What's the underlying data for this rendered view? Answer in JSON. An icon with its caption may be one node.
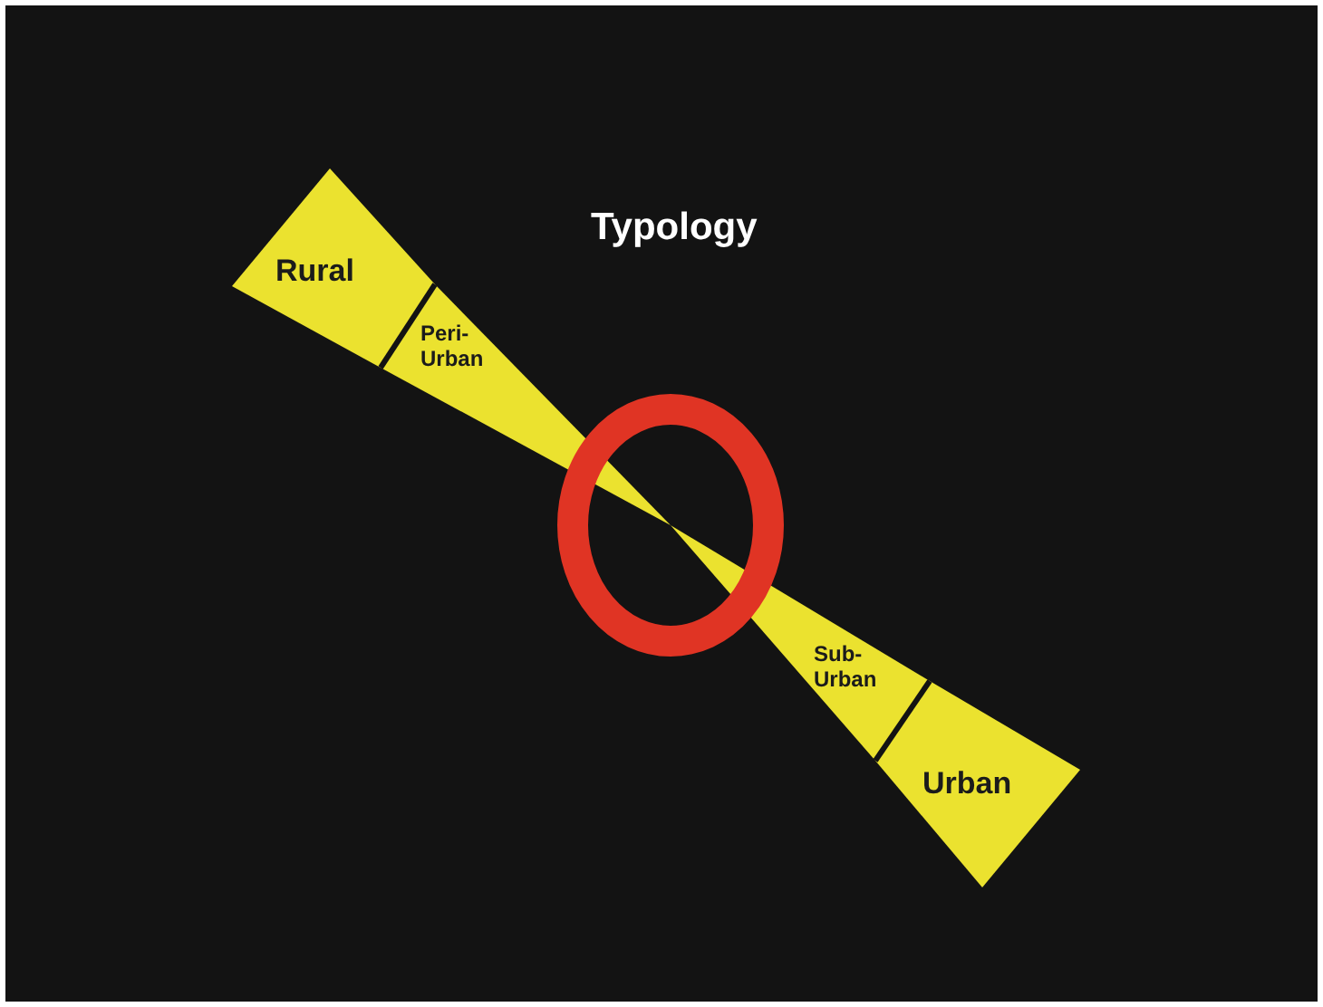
{
  "diagram": {
    "title": "Typology",
    "nodes": [
      {
        "text": [
          "Rural"
        ]
      },
      {
        "text": [
          "Peri- Urban"
        ]
      },
      {
        "text": [
          "Sub- Urban"
        ]
      },
      {
        "text": [
          "Urban"
        ]
      }
    ]
  }
}
